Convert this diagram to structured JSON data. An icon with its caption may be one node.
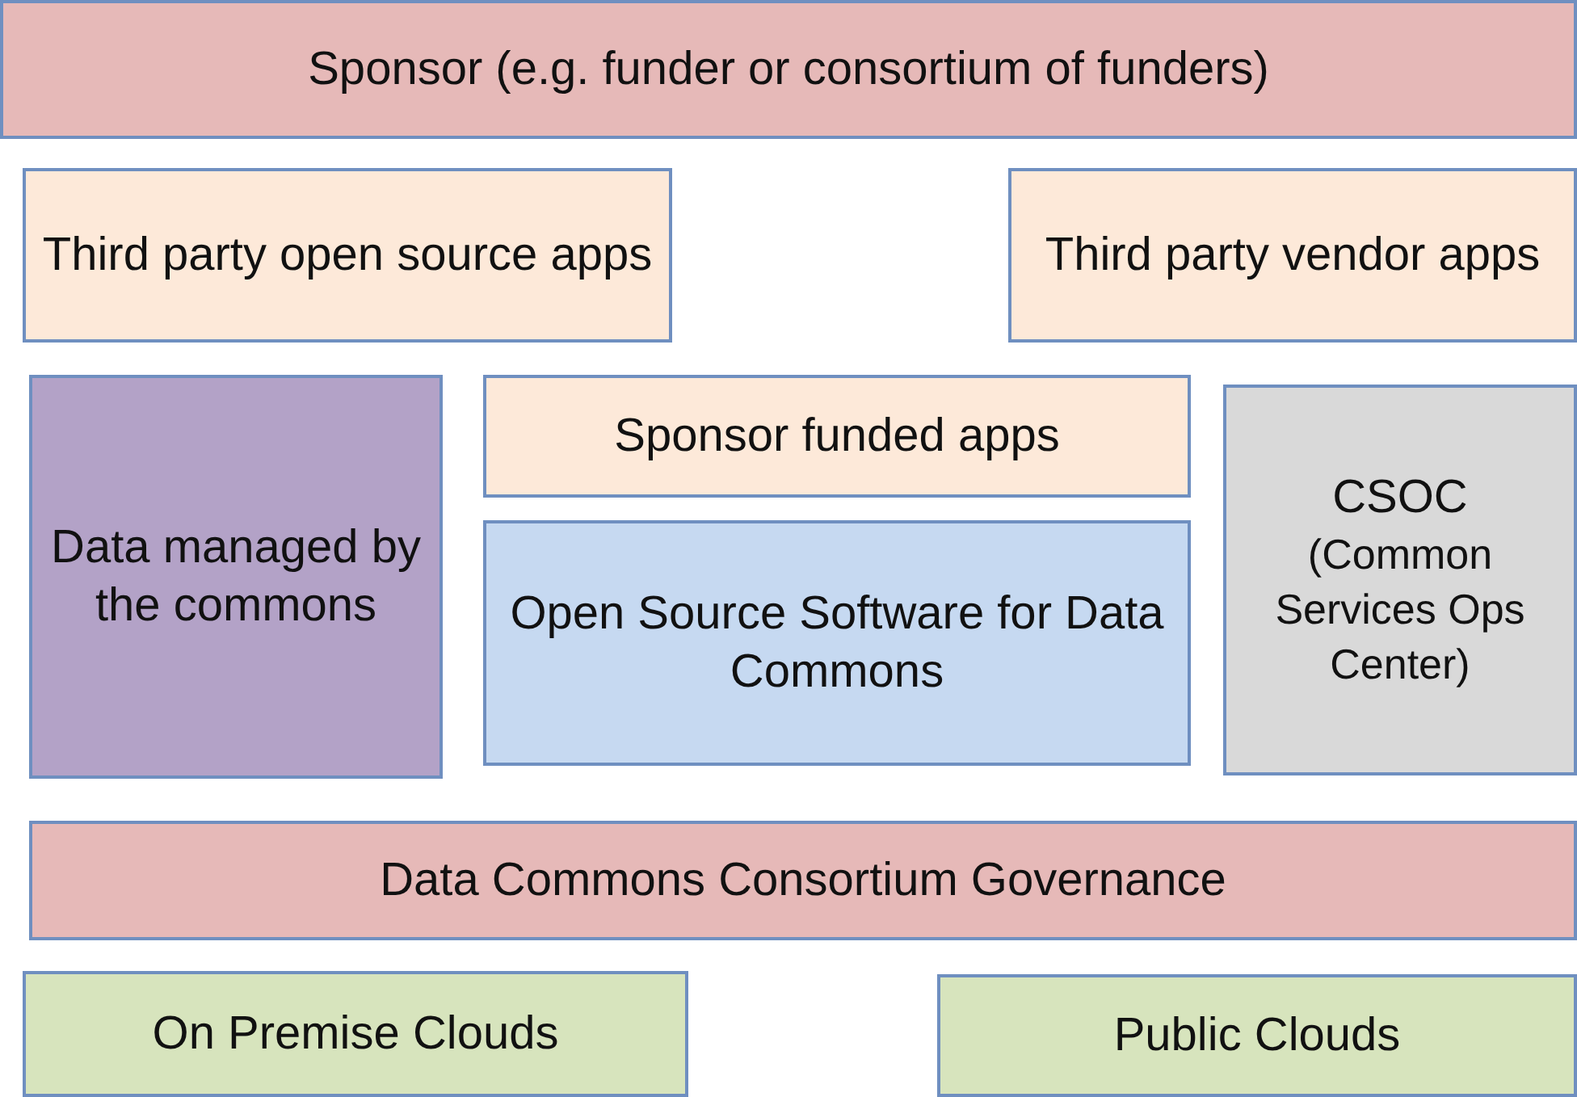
{
  "diagram": {
    "nodes": [
      {
        "text": [
          "Sponsor (e.g. funder or consortium of funders)"
        ]
      },
      {
        "text": [
          "Third party open source apps"
        ]
      },
      {
        "text": [
          "Third party vendor apps"
        ]
      },
      {
        "text": [
          "Data managed by the commons"
        ]
      },
      {
        "text": [
          "Sponsor funded apps"
        ]
      },
      {
        "text": [
          "Open Source Software for Data Commons"
        ]
      },
      {
        "text": [
          "CSOC",
          "(Common Services Ops Center)"
        ]
      },
      {
        "text": [
          "Data Commons Consortium Governance"
        ]
      },
      {
        "text": [
          "On Premise Clouds"
        ]
      },
      {
        "text": [
          "Public Clouds"
        ]
      }
    ],
    "edges": []
  }
}
